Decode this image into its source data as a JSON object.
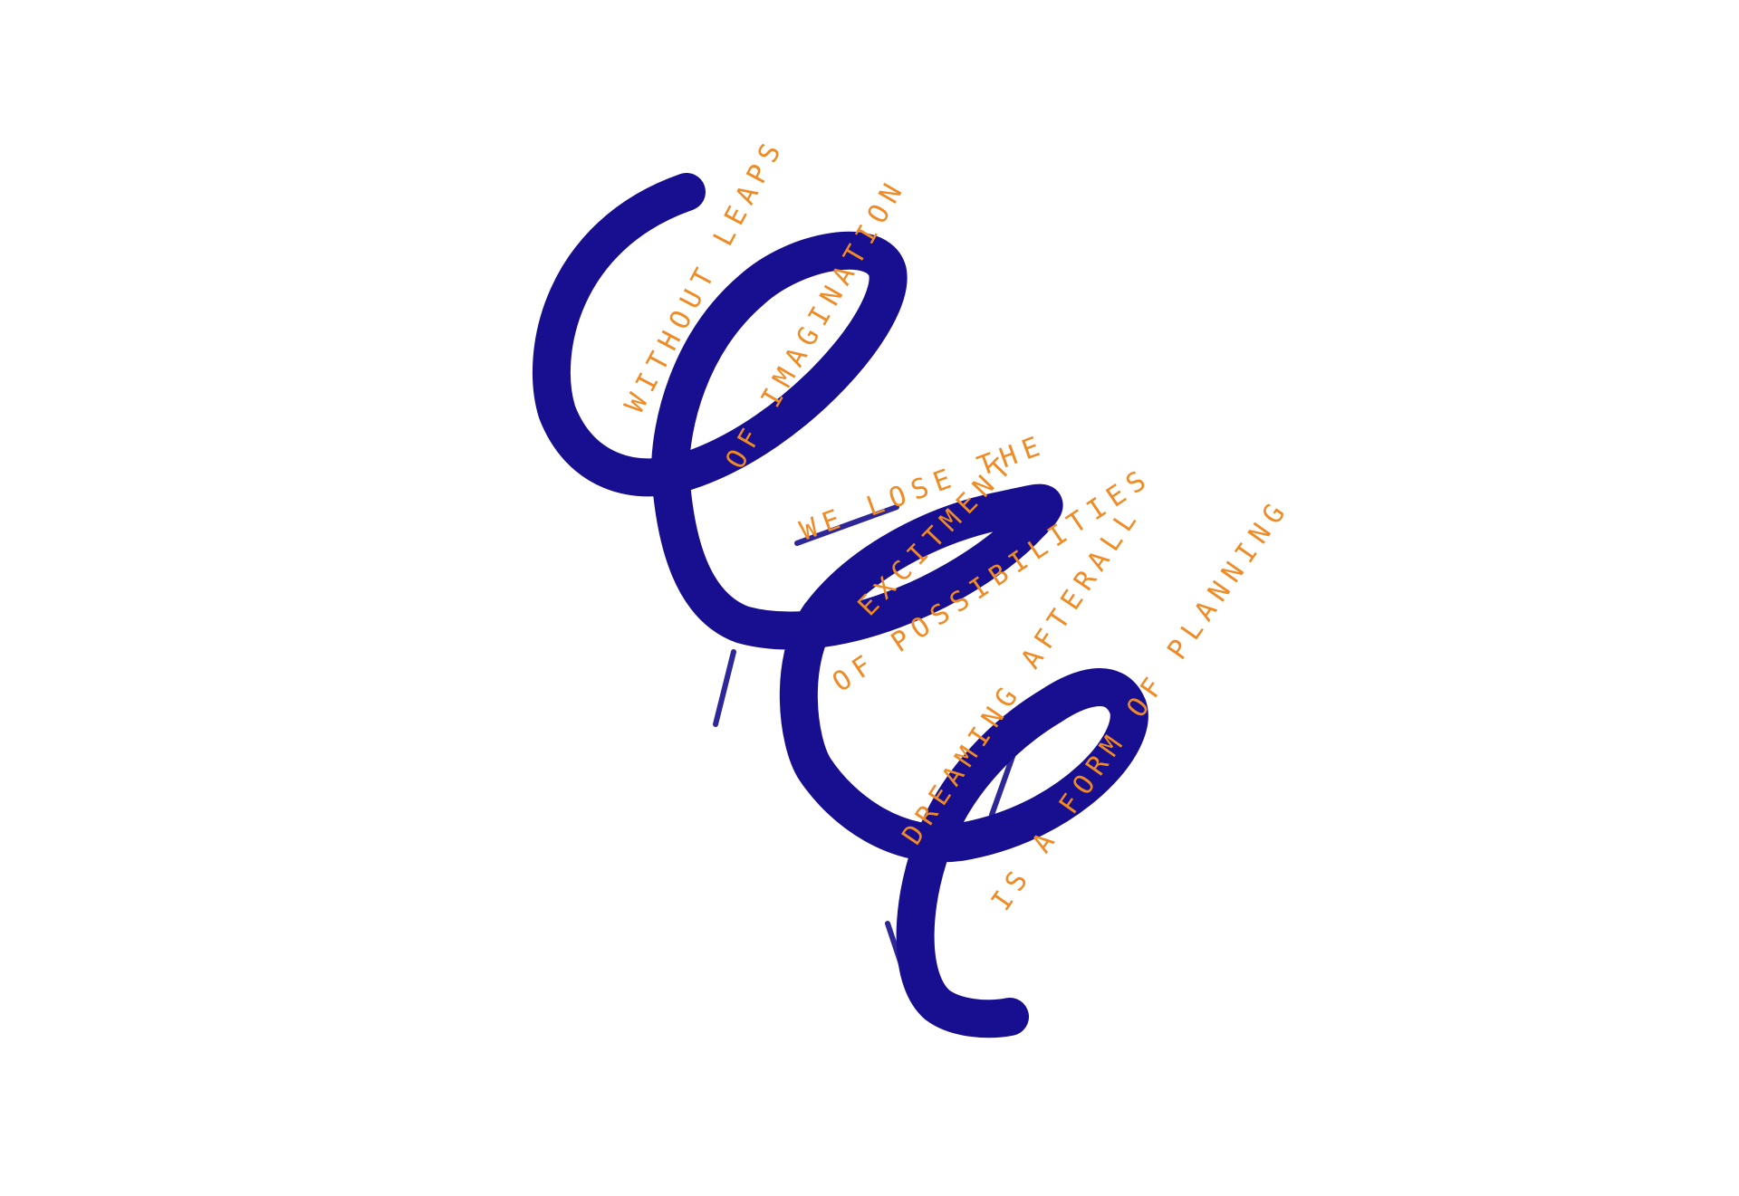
{
  "artwork": {
    "colors": {
      "background": "#ffffff",
      "brush": "#170f8f",
      "lettering": "#f08a24"
    },
    "phrases": {
      "line1": "WITHOUT LEAPS",
      "line2": "OF IMAGINATION",
      "line3": "WE LOSE THE",
      "line4": "EXCITMENT",
      "line5": "OF POSSIBILITIES",
      "line6": "DREAMING AFTERALL",
      "line7": "IS A FORM OF PLANNING"
    }
  }
}
